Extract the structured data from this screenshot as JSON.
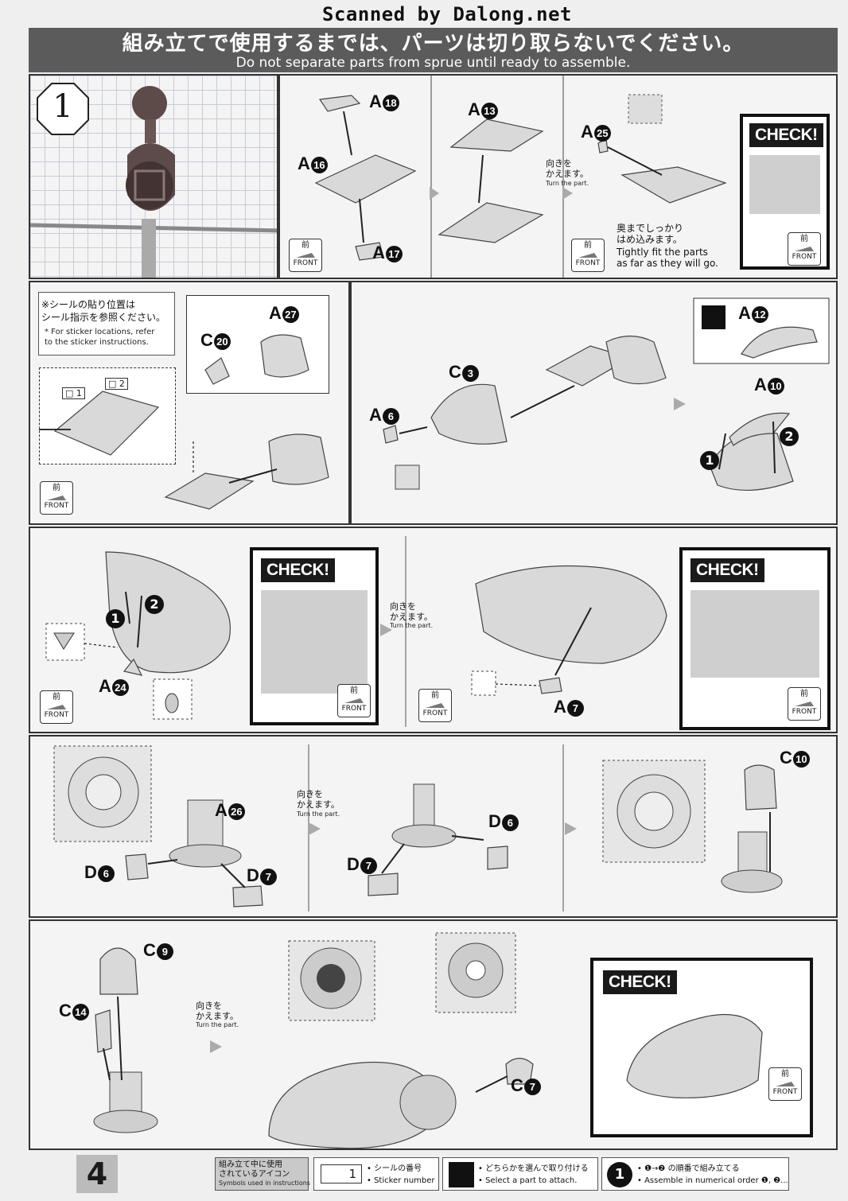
{
  "scan_watermark": "Scanned by Dalong.net",
  "banner": {
    "jp": "組み立てで使用するまでは、パーツは切り取らないでください。",
    "en": "Do not separate parts from sprue until ready to assemble."
  },
  "step_number": "1",
  "front_jp": "前",
  "front_en": "FRONT",
  "check_label": "CHECK!",
  "turn_jp": "向きを\nかえます。",
  "turn_en": "Turn the part.",
  "row1": {
    "labels": {
      "a18": "A",
      "a18n": "18",
      "a16": "A",
      "a16n": "16",
      "a17": "A",
      "a17n": "17",
      "a13": "A",
      "a13n": "13",
      "a25": "A",
      "a25n": "25"
    },
    "tight_jp": "奥までしっかり\nはめ込みます。",
    "tight_en": "Tightly fit the parts\nas far as they will go."
  },
  "row2": {
    "sticker_note_jp": "※シールの貼り位置は\nシール指示を参照ください。",
    "sticker_note_en": "* For sticker locations, refer\nto the sticker instructions.",
    "sticker1": "1",
    "sticker2": "2",
    "labels": {
      "a27": "A",
      "a27n": "27",
      "c20": "C",
      "c20n": "20",
      "c3": "C",
      "c3n": "3",
      "a6": "A",
      "a6n": "6",
      "a12": "A",
      "a12n": "12",
      "a10": "A",
      "a10n": "10"
    },
    "order1": "1",
    "order2": "2"
  },
  "row3": {
    "labels": {
      "a24": "A",
      "a24n": "24",
      "a7": "A",
      "a7n": "7"
    },
    "order1": "1",
    "order2": "2"
  },
  "row4": {
    "labels": {
      "a26": "A",
      "a26n": "26",
      "d6a": "D",
      "d6an": "6",
      "d7a": "D",
      "d7an": "7",
      "d7b": "D",
      "d7bn": "7",
      "d6b": "D",
      "d6bn": "6",
      "c10": "C",
      "c10n": "10"
    }
  },
  "row5": {
    "labels": {
      "c9": "C",
      "c9n": "9",
      "c14": "C",
      "c14n": "14",
      "c7": "C",
      "c7n": "7"
    }
  },
  "footer": {
    "page": "4",
    "symbols_jp": "組み立て中に使用\nされているアイコン",
    "symbols_en": "Symbols used in instructions",
    "sticker_num": "1",
    "sticker_jp": "• シールの番号",
    "sticker_en": "• Sticker number",
    "select_jp": "• どちらかを選んで取り付ける",
    "select_en": "• Select a part to attach.",
    "order_num": "1",
    "order_jp": "• ❶→❷ の順番で組み立てる",
    "order_en": "• Assemble in numerical order ❶, ❷..."
  }
}
